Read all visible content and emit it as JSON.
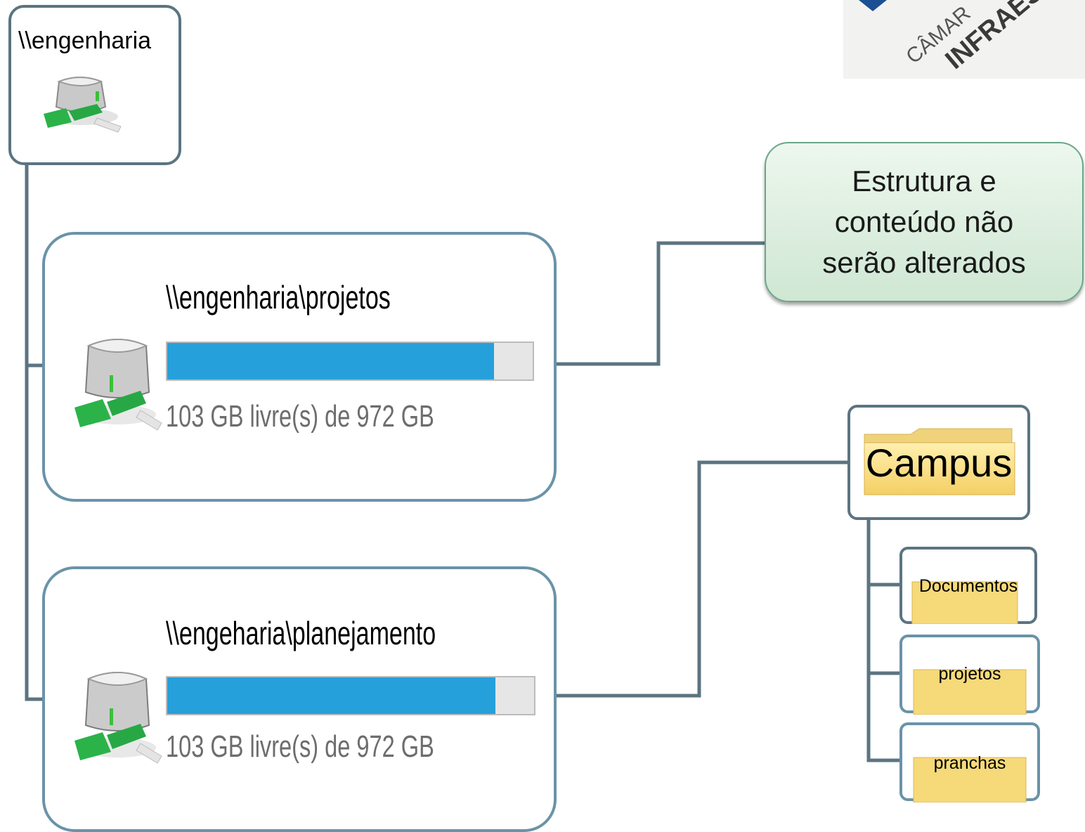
{
  "root": {
    "label": "\\\\engenharia",
    "icon": "network-drive-icon"
  },
  "shares": [
    {
      "title": "\\\\engenharia\\projetos",
      "caption": "103 GB livre(s) de 972 GB",
      "used_fraction": 0.894,
      "icon": "network-drive-icon"
    },
    {
      "title": "\\\\engeharia\\planejamento",
      "caption": "103 GB livre(s) de 972 GB",
      "used_fraction": 0.894,
      "icon": "network-drive-icon"
    }
  ],
  "callout": {
    "line1": "Estrutura e",
    "line2": "conteúdo não",
    "line3": "serão alterados"
  },
  "campus": {
    "label": "Campus",
    "icon": "folder-icon"
  },
  "subfolders": [
    {
      "label": "Documentos",
      "icon": "folder-icon"
    },
    {
      "label": "projetos",
      "icon": "folder-icon"
    },
    {
      "label": "pranchas",
      "icon": "folder-icon"
    }
  ],
  "logo": {
    "text_top": "CÂMAR",
    "text_bottom": "INFRAES"
  },
  "colors": {
    "connector": "#5b7481",
    "bar_fill": "#26a0da",
    "callout_green": "#cfe7d3"
  }
}
